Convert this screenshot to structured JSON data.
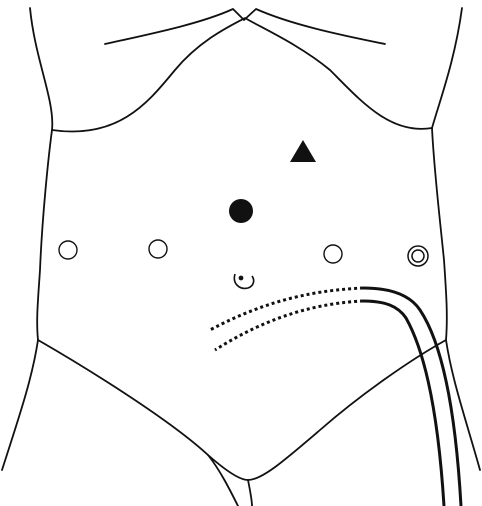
{
  "diagram": {
    "kind": "anterior abdominal wall schematic",
    "colors": {
      "background": "#ffffff",
      "stroke": "#111111",
      "marker_fill": "#111111"
    },
    "markers": [
      {
        "name": "port-triangle-icon",
        "shape": "filled-triangle"
      },
      {
        "name": "port-filled-circle-icon",
        "shape": "filled-circle"
      },
      {
        "name": "port-open-circle-left-lateral-icon",
        "shape": "open-circle"
      },
      {
        "name": "port-open-circle-left-medial-icon",
        "shape": "open-circle"
      },
      {
        "name": "port-open-circle-right-medial-icon",
        "shape": "open-circle"
      },
      {
        "name": "port-double-circle-icon",
        "shape": "double-circle"
      }
    ],
    "lines": [
      {
        "name": "dashed-tube-path",
        "style": "dotted double line"
      },
      {
        "name": "solid-tube-path",
        "style": "solid double line"
      }
    ]
  }
}
